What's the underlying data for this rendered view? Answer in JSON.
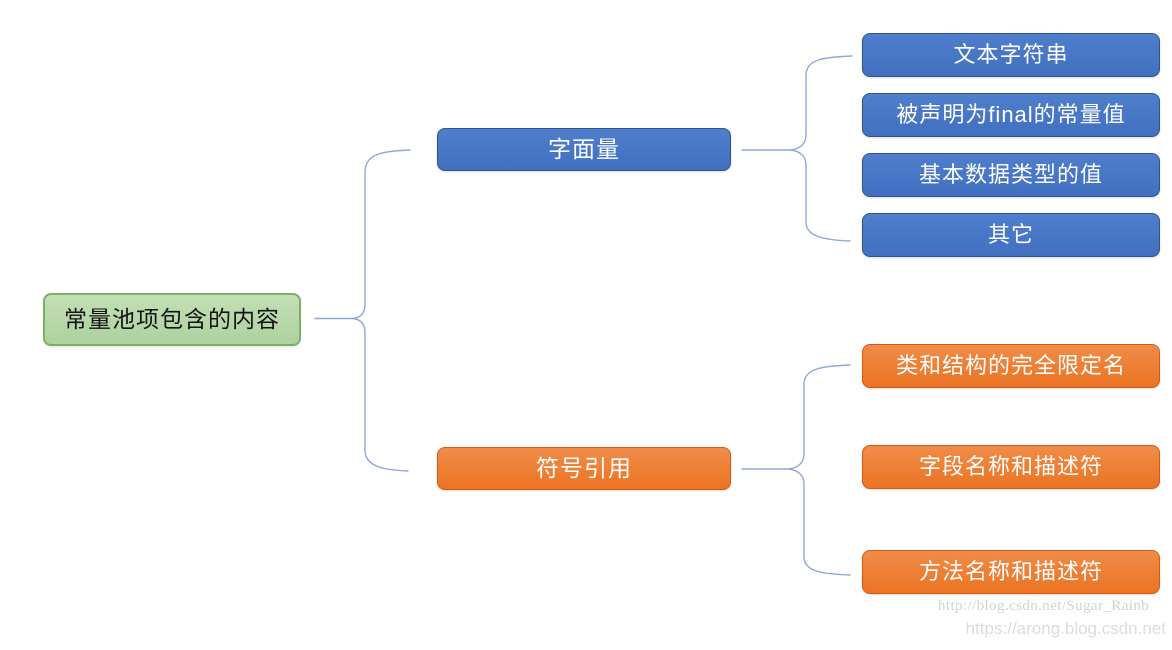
{
  "diagram": {
    "type": "mindmap-tree",
    "root": {
      "label": "常量池项包含的内容"
    },
    "branches": [
      {
        "label": "字面量",
        "color": "#4472c4",
        "children": [
          "文本字符串",
          "被声明为final的常量值",
          "基本数据类型的值",
          "其它"
        ]
      },
      {
        "label": "符号引用",
        "color": "#ed7d31",
        "children": [
          "类和结构的完全限定名",
          "字段名称和描述符",
          "方法名称和描述符"
        ]
      }
    ]
  },
  "colors": {
    "root_green_fill": "#aed19e",
    "root_green_border": "#7fae65",
    "literal_blue": "#4472c4",
    "symbol_orange": "#ed7d31",
    "connector_blue": "#8fa8d8"
  },
  "watermarks": {
    "line1": "http://blog.csdn.net/Sugar_Rainb",
    "line2": "https://arong.blog.csdn.net"
  }
}
